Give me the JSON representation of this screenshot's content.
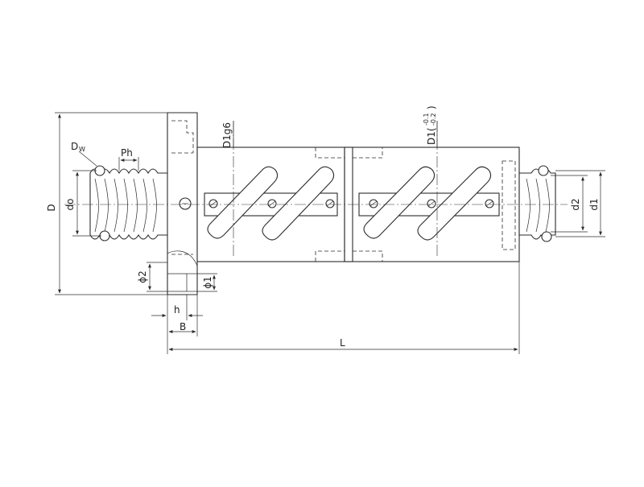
{
  "labels": {
    "D": "D",
    "Dw": "D",
    "Dw_sub": "W",
    "Ph": "Ph",
    "do": "do",
    "D1g6": "D1g6",
    "D1": "D1(",
    "D1_tol_upper": "-0.1",
    "D1_tol_lower": "-0.2",
    "D1_close": ")",
    "d1": "d1",
    "d2": "d2",
    "phi1": "ϕ1",
    "phi2": "ϕ2",
    "h": "h",
    "B": "B",
    "L": "L"
  }
}
